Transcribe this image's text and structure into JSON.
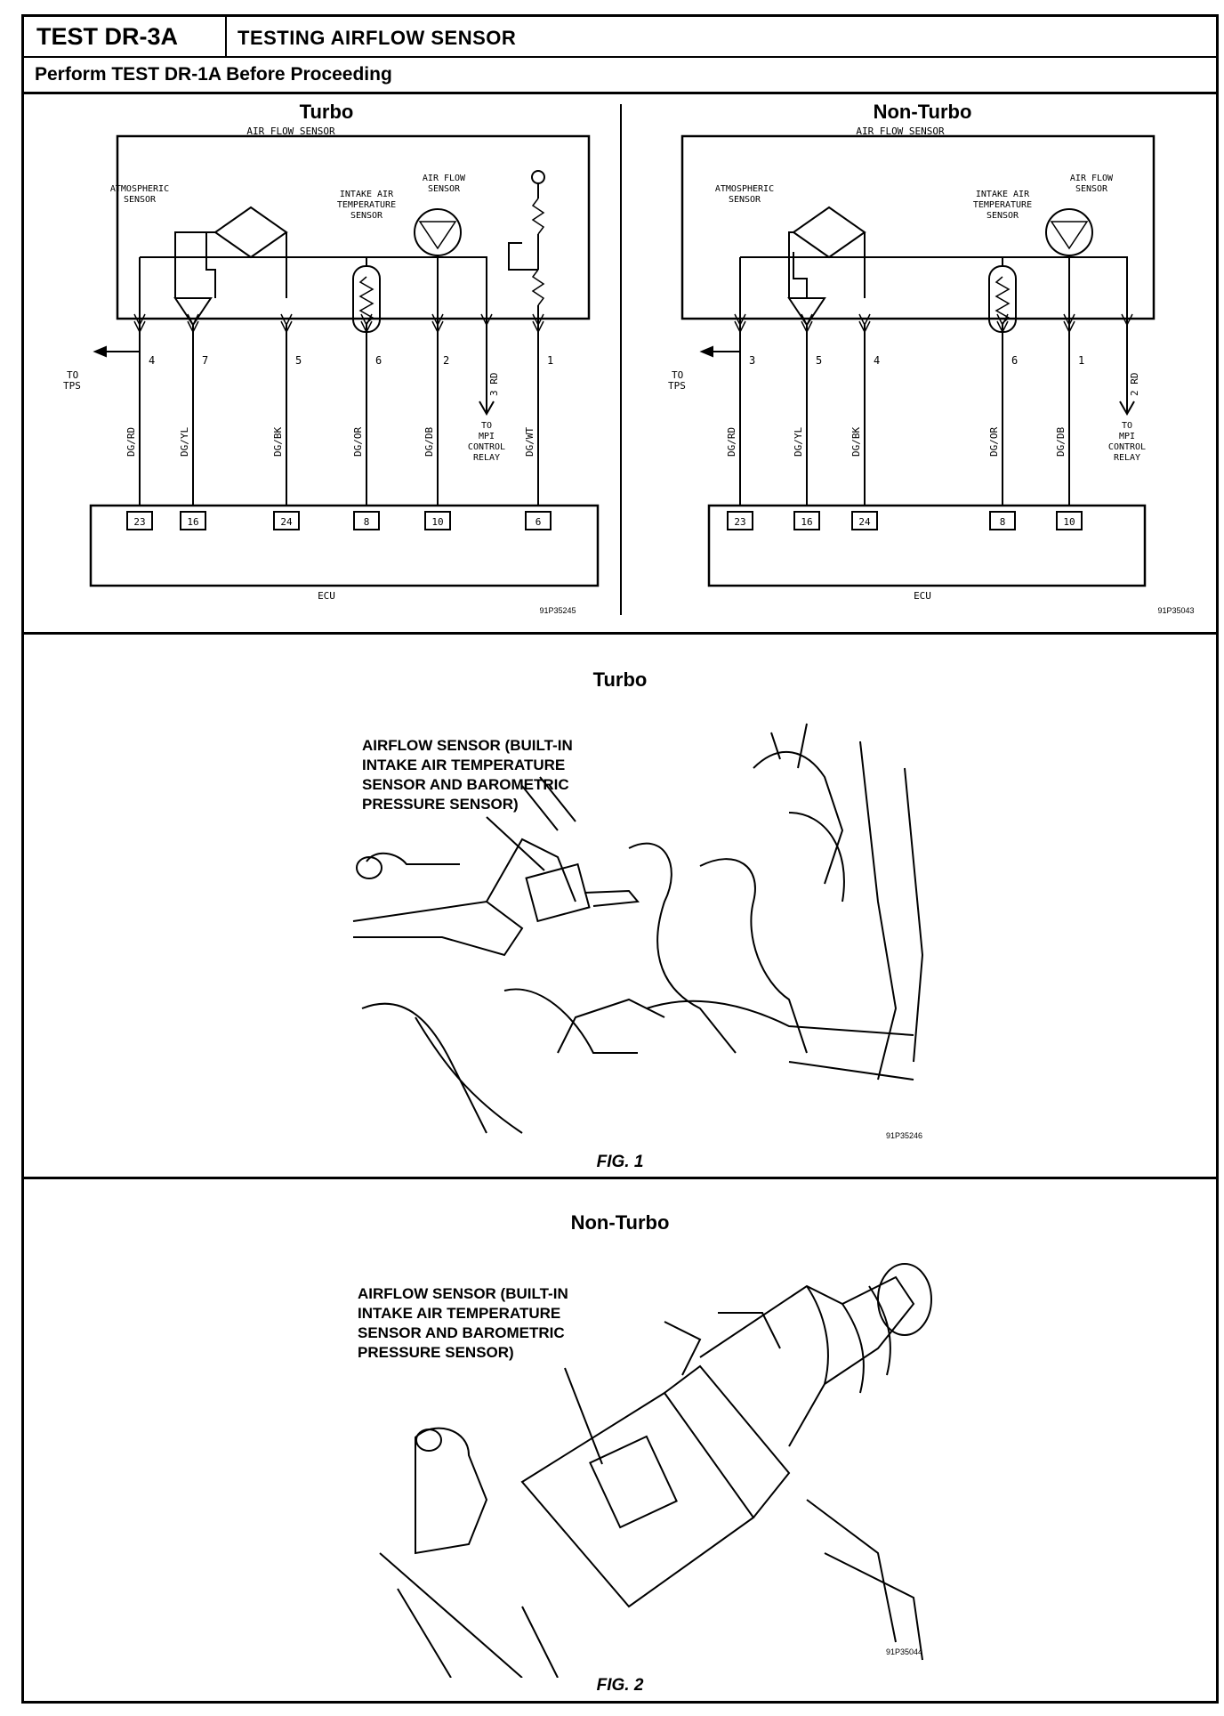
{
  "header": {
    "test_id": "TEST DR-3A",
    "title": "TESTING AIRFLOW SENSOR",
    "prerequisite": "Perform TEST DR-1A Before Proceeding"
  },
  "diagrams": {
    "turbo": {
      "title": "Turbo",
      "box_label": "AIR FLOW SENSOR",
      "atmospheric_label_1": "ATMOSPHERIC",
      "atmospheric_label_2": "SENSOR",
      "intake_label_1": "INTAKE AIR",
      "intake_label_2": "TEMPERATURE",
      "intake_label_3": "SENSOR",
      "afs_label_1": "AIR FLOW",
      "afs_label_2": "SENSOR",
      "to_tps_1": "TO",
      "to_tps_2": "TPS",
      "pins": [
        "4",
        "7",
        "5",
        "6",
        "2",
        "3 RD",
        "1"
      ],
      "wires": [
        "DG/RD",
        "DG/YL",
        "DG/BK",
        "DG/OR",
        "DG/DB",
        "DG/WT"
      ],
      "mpi_1": "TO",
      "mpi_2": "MPI",
      "mpi_3": "CONTROL",
      "mpi_4": "RELAY",
      "ecu_pins": [
        "23",
        "16",
        "24",
        "8",
        "10",
        "6"
      ],
      "ecu_label": "ECU",
      "fig_code": "91P35245"
    },
    "nonturbo": {
      "title": "Non-Turbo",
      "box_label": "AIR FLOW SENSOR",
      "atmospheric_label_1": "ATMOSPHERIC",
      "atmospheric_label_2": "SENSOR",
      "intake_label_1": "INTAKE AIR",
      "intake_label_2": "TEMPERATURE",
      "intake_label_3": "SENSOR",
      "afs_label_1": "AIR FLOW",
      "afs_label_2": "SENSOR",
      "to_tps_1": "TO",
      "to_tps_2": "TPS",
      "pins": [
        "3",
        "5",
        "4",
        "6",
        "1",
        "2 RD"
      ],
      "wires": [
        "DG/RD",
        "DG/YL",
        "DG/BK",
        "DG/OR",
        "DG/DB"
      ],
      "mpi_1": "TO",
      "mpi_2": "MPI",
      "mpi_3": "CONTROL",
      "mpi_4": "RELAY",
      "ecu_pins": [
        "23",
        "16",
        "24",
        "8",
        "10"
      ],
      "ecu_label": "ECU",
      "fig_code": "91P35043"
    }
  },
  "fig1": {
    "title": "Turbo",
    "callout_1": "AIRFLOW SENSOR (BUILT-IN",
    "callout_2": "INTAKE AIR TEMPERATURE",
    "callout_3": "SENSOR AND BAROMETRIC",
    "callout_4": "PRESSURE SENSOR)",
    "code": "91P35246",
    "caption": "FIG. 1"
  },
  "fig2": {
    "title": "Non-Turbo",
    "callout_1": "AIRFLOW SENSOR (BUILT-IN",
    "callout_2": "INTAKE AIR TEMPERATURE",
    "callout_3": "SENSOR AND BAROMETRIC",
    "callout_4": "PRESSURE SENSOR)",
    "code": "91P35044",
    "caption": "FIG. 2"
  }
}
